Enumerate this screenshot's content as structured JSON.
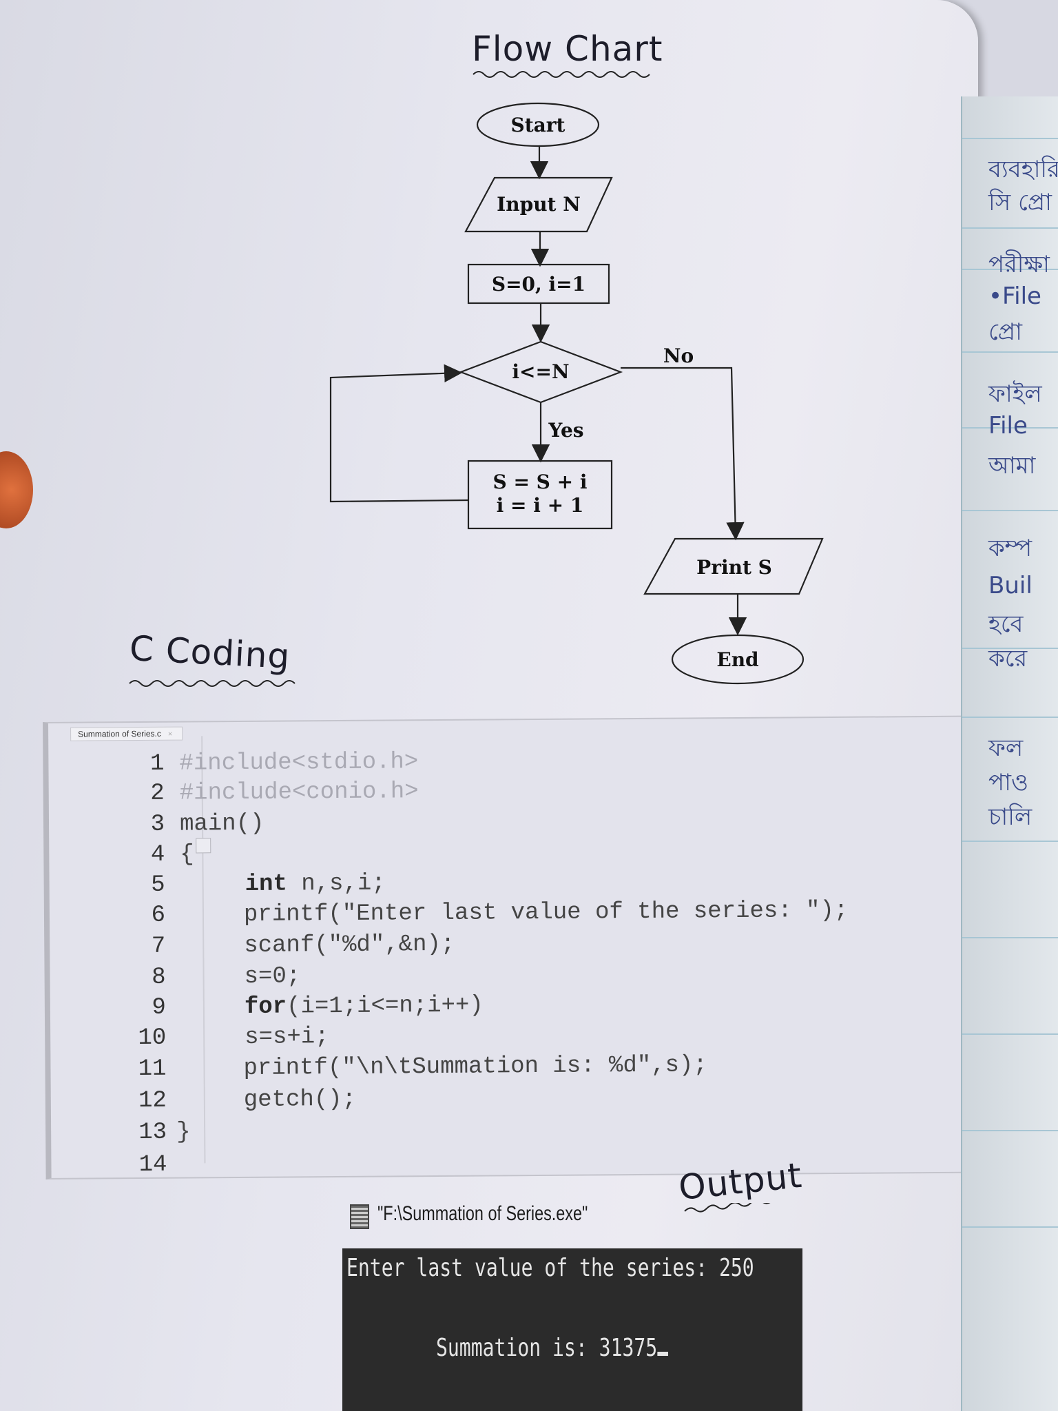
{
  "headings": {
    "flowchart": "Flow Chart",
    "coding": "C Coding",
    "output": "Output"
  },
  "flowchart": {
    "start": "Start",
    "input": "Input N",
    "init": "S=0, i=1",
    "condition": "i<=N",
    "yes_label": "Yes",
    "no_label": "No",
    "process_line1": "S = S + i",
    "process_line2": "i = i + 1",
    "print": "Print S",
    "end": "End"
  },
  "editor": {
    "tab_label": "Summation of Series.c",
    "tab_close": "×",
    "lines": [
      {
        "num": "1",
        "code": "#include<stdio.h>"
      },
      {
        "num": "2",
        "code": "#include<conio.h>"
      },
      {
        "num": "3",
        "code": "main()"
      },
      {
        "num": "4",
        "code": "{"
      },
      {
        "num": "5",
        "kw": "int",
        "code": " n,s,i;"
      },
      {
        "num": "6",
        "code": "printf(\"Enter last value of the series: \");"
      },
      {
        "num": "7",
        "code": "scanf(\"%d\",&n);"
      },
      {
        "num": "8",
        "code": "s=0;"
      },
      {
        "num": "9",
        "kw": "for",
        "code": "(i=1;i<=n;i++)"
      },
      {
        "num": "10",
        "code": "s=s+i;"
      },
      {
        "num": "11",
        "code": "printf(\"\\n\\tSummation is: %d\",s);"
      },
      {
        "num": "12",
        "code": "getch();"
      },
      {
        "num": "13",
        "code": "}"
      },
      {
        "num": "14",
        "code": ""
      }
    ]
  },
  "console": {
    "title": "\"F:\\Summation of Series.exe\"",
    "line1": "Enter last value of the series: 250",
    "line2": "Summation is: 31375"
  },
  "adjacent_page": {
    "fragments": [
      "ব্যবহারি",
      "সি প্রো",
      "পরীক্ষা",
      "•File",
      "প্রো",
      "ফাইল",
      "File",
      "আমা",
      "কম্প",
      "Buil",
      "হবে",
      "করে",
      "ফল",
      "পাও",
      "চালি"
    ]
  }
}
